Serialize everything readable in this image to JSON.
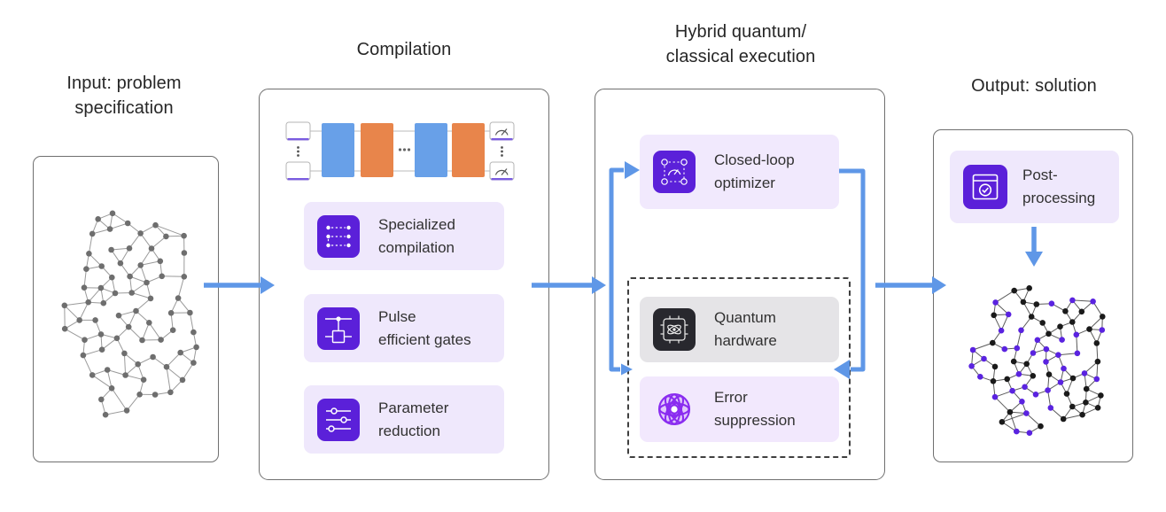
{
  "diagram": {
    "input": {
      "title_lines": [
        "Input: problem",
        "specification"
      ]
    },
    "compilation": {
      "title": "Compilation",
      "chips": [
        {
          "line1": "Specialized",
          "line2": "compilation",
          "icon": "qubit-mapping-icon"
        },
        {
          "line1": "Pulse",
          "line2": "efficient gates",
          "icon": "pulse-gate-icon"
        },
        {
          "line1": "Parameter",
          "line2": "reduction",
          "icon": "sliders-icon"
        }
      ]
    },
    "hybrid": {
      "title_lines": [
        "Hybrid quantum/",
        "classical execution"
      ],
      "optimizer": {
        "line1": "Closed-loop",
        "line2": "optimizer",
        "icon": "optimizer-gauge-icon"
      },
      "quantum_hardware": {
        "line1": "Quantum",
        "line2": "hardware",
        "icon": "quantum-chip-icon"
      },
      "error_suppression": {
        "line1": "Error",
        "line2": "suppression",
        "icon": "error-sphere-icon"
      }
    },
    "output": {
      "title": "Output: solution",
      "post_processing": {
        "line1": "Post-",
        "line2": "processing",
        "icon": "window-check-icon"
      }
    }
  },
  "colors": {
    "arrow_blue": "#5f97e7",
    "tile_purple": "#5b20d9",
    "chip_lavender": "#efe8fc",
    "chip_gray": "#e5e4e7",
    "tile_dark": "#28282e",
    "error_purple": "#8a2cf0",
    "circuit_blue": "#68a0e8",
    "circuit_orange": "#e8854b",
    "qubit_underline": "#7a5ce0",
    "node_gray": "#6e6e6e",
    "node_black": "#1a1a1a",
    "node_purple": "#5a23e0"
  },
  "graphs": {
    "input": {
      "node_count": 80,
      "node_color": "#6e6e6e",
      "edge_color": "#9a9a9a",
      "seed": 7
    },
    "output": {
      "node_count": 86,
      "node_colors": [
        "#1a1a1a",
        "#5a23e0"
      ],
      "edge_color": "#5a5a5a",
      "seed": 11
    }
  }
}
